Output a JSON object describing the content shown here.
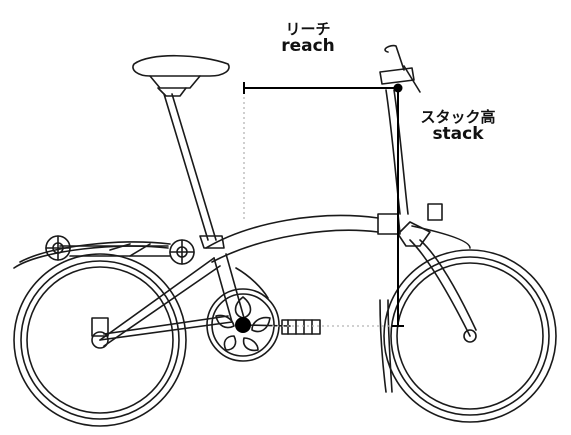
{
  "labels": {
    "reach": {
      "ja": "リーチ",
      "en": "reach"
    },
    "stack": {
      "ja": "スタック高",
      "en": "stack"
    }
  },
  "colors": {
    "line": "#1a1a1a",
    "dotted": "#b5b5b5",
    "measure": "#000000",
    "background": "#ffffff"
  }
}
